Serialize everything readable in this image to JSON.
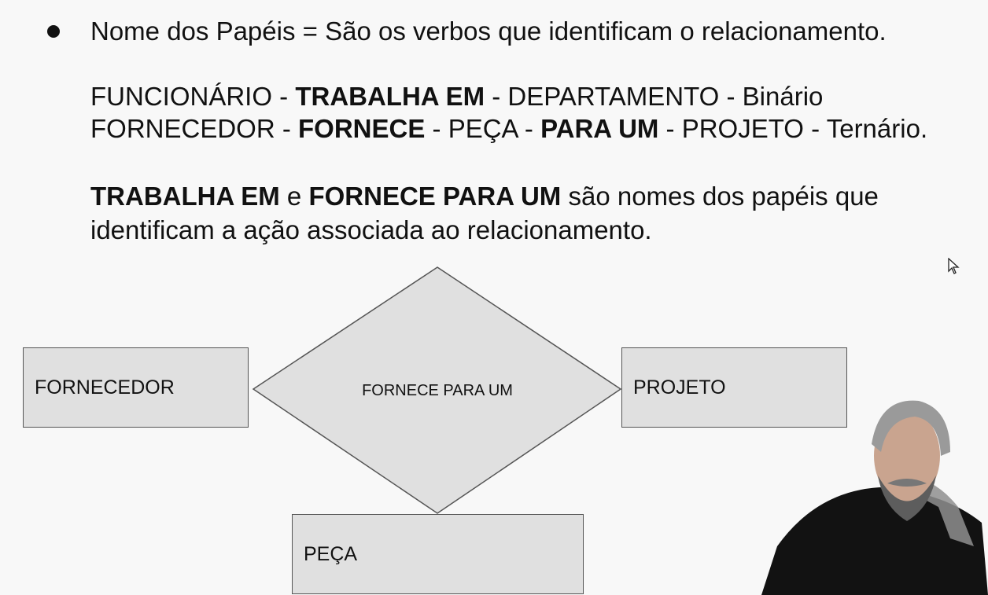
{
  "bullet": {
    "text": "Nome dos Papéis = São os verbos que identificam o relacionamento."
  },
  "example1": {
    "entity_a": "FUNCIONÁRIO",
    "sep1": " - ",
    "role": "TRABALHA EM",
    "sep2": " - ",
    "entity_b": "DEPARTAMENTO",
    "sep3": " - ",
    "type": "Binário"
  },
  "example2": {
    "entity_a": "FORNECEDOR",
    "sep1": " - ",
    "role_a": "FORNECE",
    "sep2": " - ",
    "entity_b": "PEÇA",
    "sep3": " - ",
    "role_b": "PARA UM",
    "sep4": " - ",
    "entity_c": "PROJETO",
    "sep5": " - ",
    "type": "Ternário."
  },
  "summary": {
    "role1": "TRABALHA EM",
    "and": " e ",
    "role2": "FORNECE PARA UM",
    "rest1": " são nomes dos papéis que",
    "line2": "identificam a ação associada ao relacionamento."
  },
  "diagram": {
    "relationship": "FORNECE PARA UM",
    "entity_left": "FORNECEDOR",
    "entity_right": "PROJETO",
    "entity_bottom": "PEÇA",
    "fill_color": "#e0e0e0",
    "stroke_color": "#555555"
  },
  "icons": {
    "cursor": "mouse-pointer-icon",
    "webcam": "presenter-webcam"
  }
}
